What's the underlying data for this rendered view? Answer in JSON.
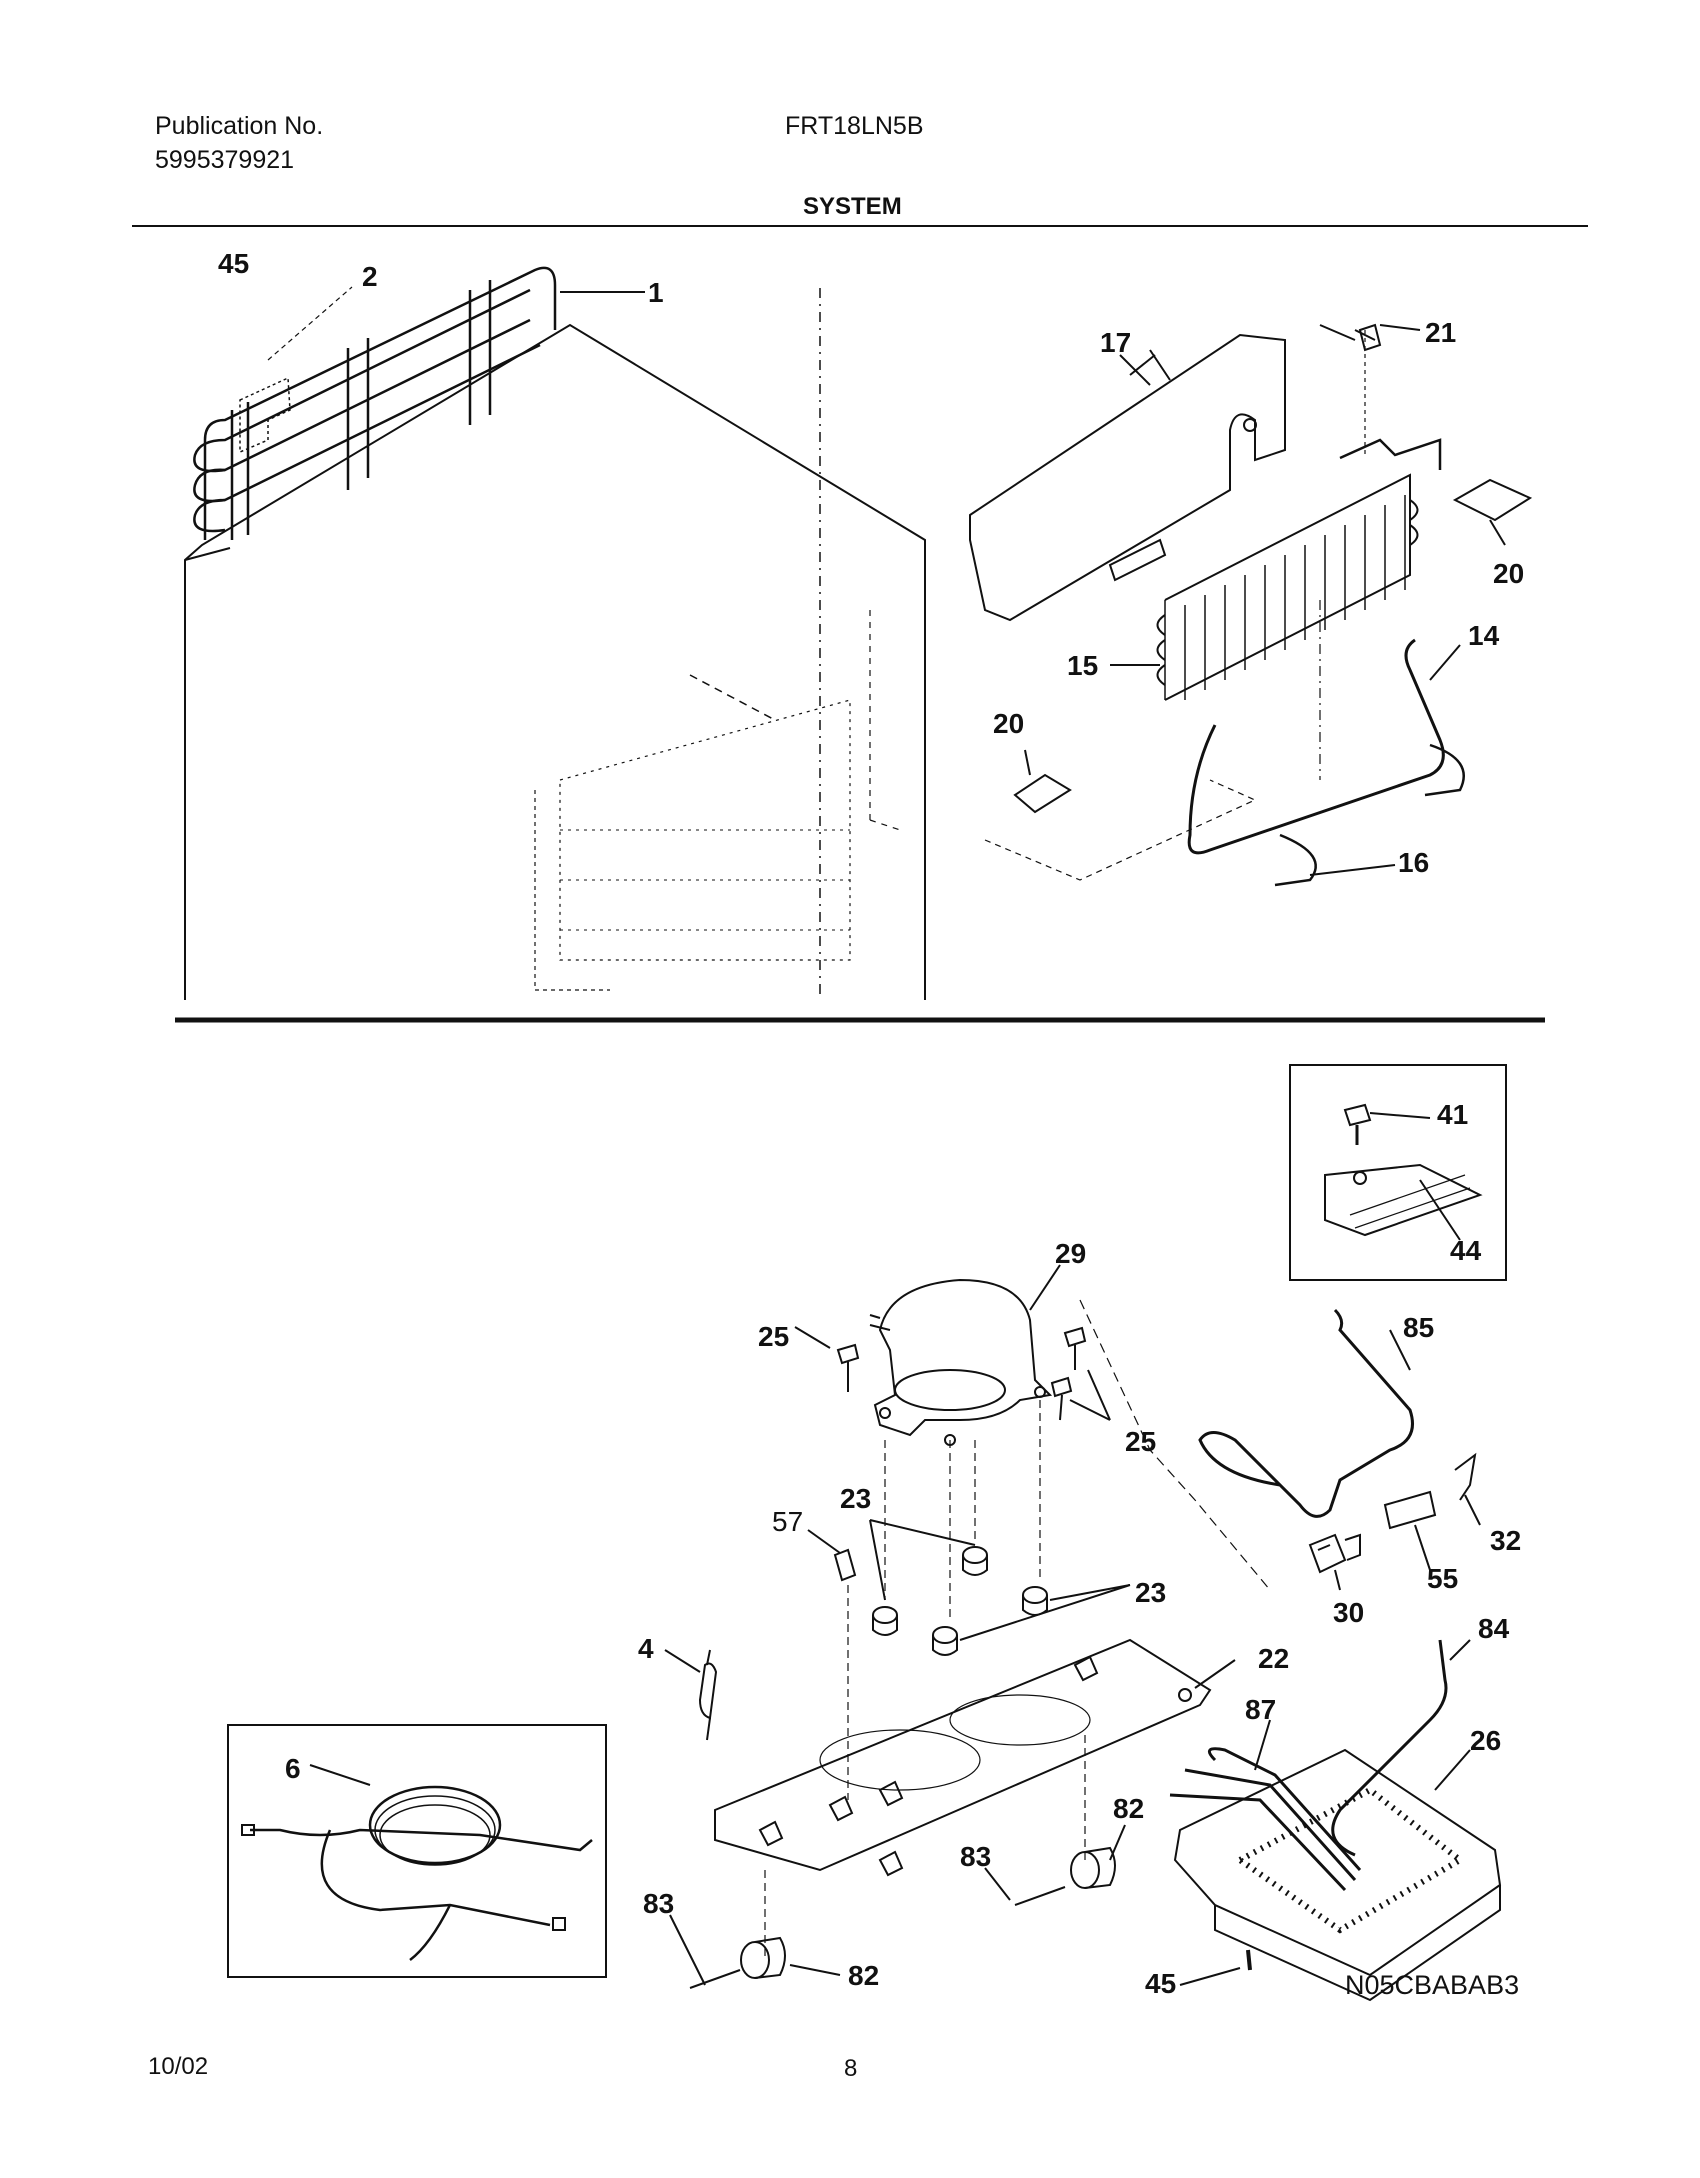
{
  "header": {
    "publication_label": "Publication No.",
    "publication_number": "5995379921",
    "model": "FRT18LN5B",
    "section_title": "SYSTEM"
  },
  "footer": {
    "date": "10/02",
    "page_number": "8",
    "diagram_code": "N05CBABAB3"
  },
  "callouts": {
    "c45a": "45",
    "c2": "2",
    "c1": "1",
    "c17": "17",
    "c21": "21",
    "c20a": "20",
    "c20b": "20",
    "c15": "15",
    "c14": "14",
    "c16": "16",
    "c41": "41",
    "c44": "44",
    "c29": "29",
    "c25a": "25",
    "c25b": "25",
    "c85": "85",
    "c23a": "23",
    "c57": "57",
    "c23b": "23",
    "c4": "4",
    "c22": "22",
    "c30": "30",
    "c55": "55",
    "c32": "32",
    "c84": "84",
    "c6": "6",
    "c87": "87",
    "c26": "26",
    "c82a": "82",
    "c83a": "83",
    "c83b": "83",
    "c82b": "82",
    "c45b": "45"
  }
}
